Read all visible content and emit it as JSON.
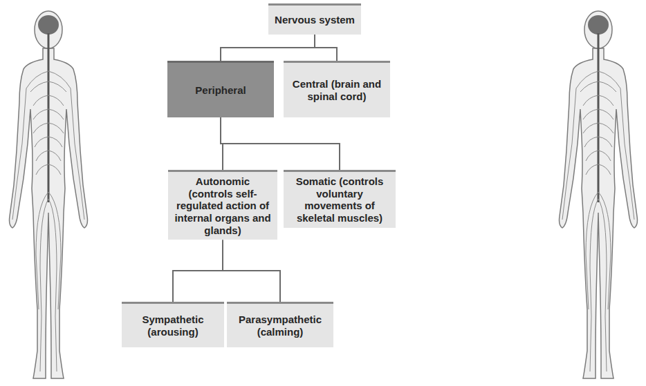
{
  "diagram": {
    "nodes": [
      {
        "text": [
          "Nervous system"
        ]
      },
      {
        "text": [
          "Peripheral"
        ]
      },
      {
        "text": [
          "Central (brain and spinal cord)"
        ]
      },
      {
        "text": [
          "Autonomic (controls self-regulated action of internal organs and glands)"
        ]
      },
      {
        "text": [
          "Somatic (controls voluntary movements of skeletal muscles)"
        ]
      },
      {
        "text": [
          "Sympathetic (arousing)"
        ]
      },
      {
        "text": [
          "Parasympathetic (calming)"
        ]
      }
    ],
    "edges": [
      {
        "from": 0,
        "to": 1,
        "arrow": "none"
      },
      {
        "from": 0,
        "to": 2,
        "arrow": "none"
      },
      {
        "from": 1,
        "to": 3,
        "arrow": "none"
      },
      {
        "from": 1,
        "to": 4,
        "arrow": "none"
      },
      {
        "from": 3,
        "to": 5,
        "arrow": "none"
      },
      {
        "from": 3,
        "to": 6,
        "arrow": "none"
      }
    ]
  }
}
